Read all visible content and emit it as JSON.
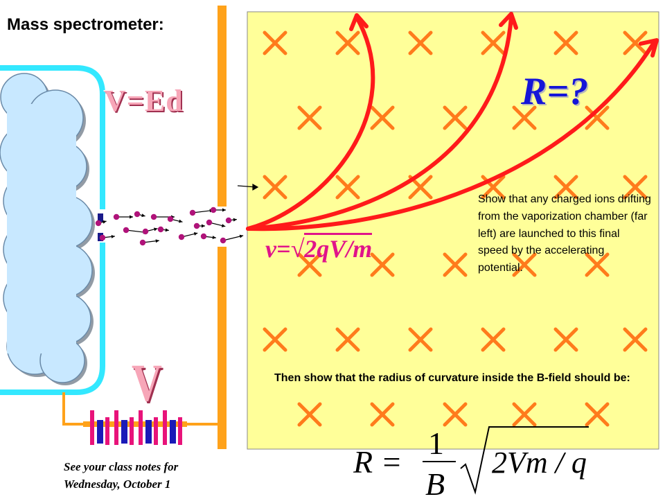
{
  "title": "Mass spectrometer:",
  "labels": {
    "ved": "V=Ed",
    "voltage": "V",
    "radius_question": "R=?",
    "speed_prefix": "v=",
    "speed_root": "2qV/m"
  },
  "explanation": "Show that any charged ions drifting from the vaporization chamber (far left) are launched to this final speed by the accelerating potential.",
  "then_text": "Then show that the radius of curvature inside the B-field should be:",
  "class_notes": {
    "line1": "See your class notes for",
    "line2": "Wednesday, October 1"
  },
  "formula": {
    "lhs": "R =",
    "numerator": "1",
    "denominator": "B",
    "radicand": "2Vm / q"
  },
  "colors": {
    "field_region": "#ffff99",
    "field_marks": "#ff7b1c",
    "trajectories": "#ff1a1a",
    "plates": "#ffa21a",
    "chamber_border": "#33e8ff",
    "cloud": "#c8e8ff",
    "ions": "#b0137a",
    "speed_text": "#e0138a",
    "radius_text": "#1515d8"
  }
}
